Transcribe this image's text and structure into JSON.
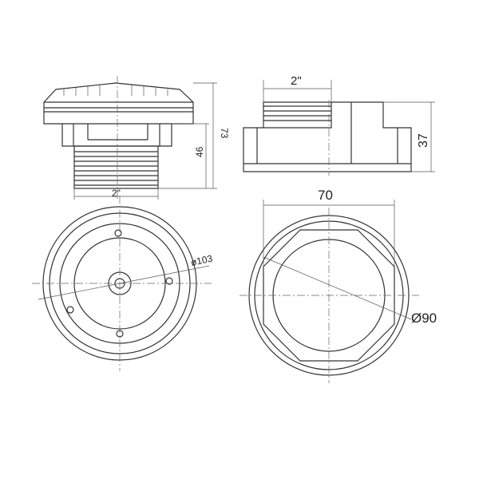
{
  "views": {
    "side_left": {
      "height_total": "73",
      "height_body": "46",
      "thread": "2\""
    },
    "side_right": {
      "thread": "2\"",
      "height": "37"
    },
    "front_left": {
      "diameter": "ø103"
    },
    "front_right": {
      "width": "70",
      "diameter": "Ø90"
    }
  }
}
